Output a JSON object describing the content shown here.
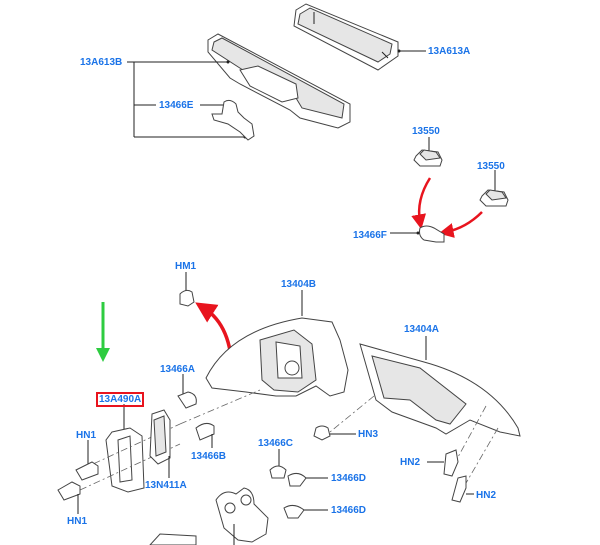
{
  "diagram": {
    "title": "Rear lamp exploded parts view",
    "label_color": "#1a73e8",
    "highlight_color": "#e8141e",
    "arrow_colors": {
      "red": "#e8141e",
      "green": "#2ecc40"
    },
    "labels": {
      "l13A613A": "13A613A",
      "l13A613B": "13A613B",
      "l13466E": "13466E",
      "l13550a": "13550",
      "l13550b": "13550",
      "l13466F": "13466F",
      "lHM1": "HM1",
      "l13404B": "13404B",
      "l13404A": "13404A",
      "l13466A": "13466A",
      "l13A490A": "13A490A",
      "lHN1a": "HN1",
      "lHN1b": "HN1",
      "l13466B": "13466B",
      "l13N411A": "13N411A",
      "lHN3": "HN3",
      "l13466C": "13466C",
      "l13466Da": "13466D",
      "l13466Db": "13466D",
      "lHN2a": "HN2",
      "lHN2b": "HN2"
    },
    "highlighted_part": "13A490A"
  }
}
